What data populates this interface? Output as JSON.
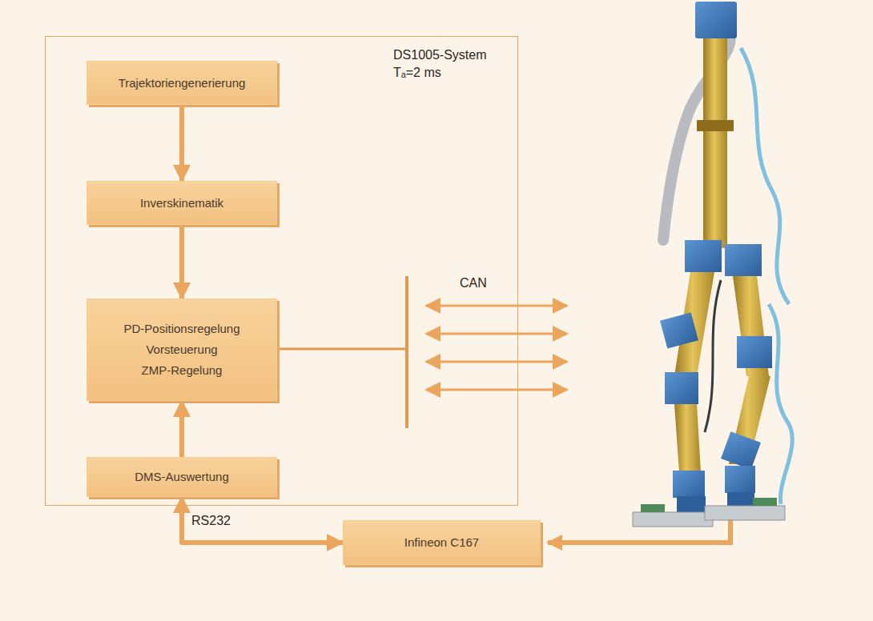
{
  "diagram": {
    "nodes": [
      {
        "text": [
          "DS1005-System",
          "Tₐ=2 ms"
        ]
      },
      {
        "text": [
          "Trajektoriengenerierung"
        ],
        "in": 0
      },
      {
        "text": [
          "Inverskinematik"
        ],
        "in": 0
      },
      {
        "text": [
          "PD-Positionsregelung",
          "Vorsteuerung",
          "ZMP-Regelung"
        ],
        "in": 0
      },
      {
        "text": [
          "DMS-Auswertung"
        ],
        "in": 0
      },
      {
        "text": [
          "Infineon C167"
        ]
      }
    ],
    "edges": [
      {
        "from": 1,
        "to": 2,
        "arrow": "to"
      },
      {
        "from": 2,
        "to": 3,
        "arrow": "to"
      },
      {
        "from": 4,
        "to": 3,
        "arrow": "to"
      },
      {
        "from": 4,
        "to": 5,
        "arrow": "both",
        "label": "RS232"
      }
    ],
    "labels": [
      "CAN"
    ]
  }
}
